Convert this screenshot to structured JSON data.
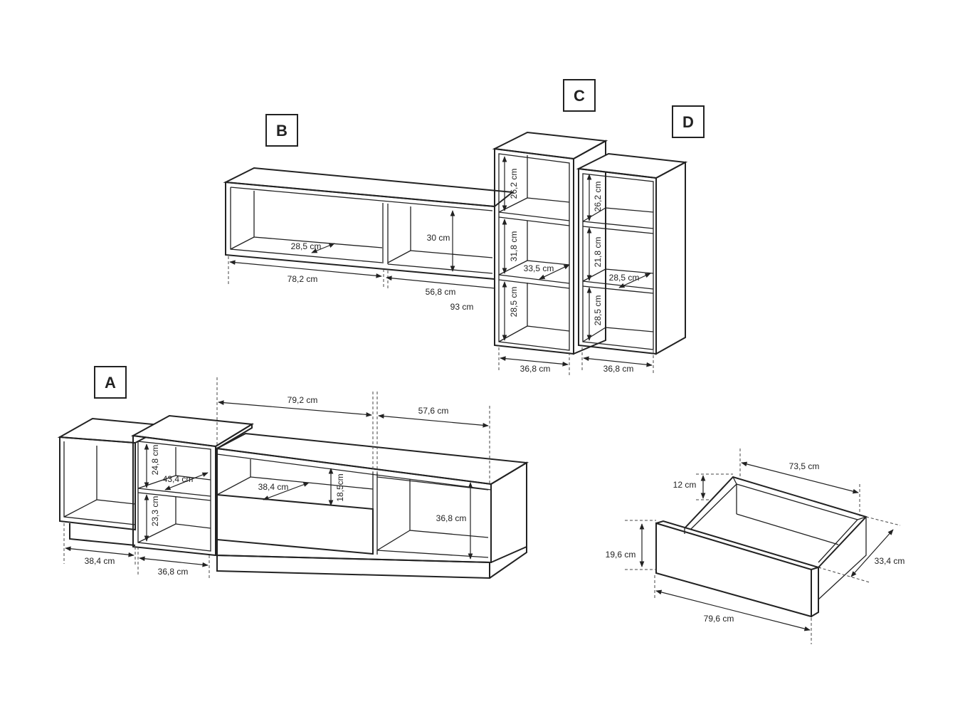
{
  "labels": {
    "a": "A",
    "b": "B",
    "c": "C",
    "d": "D"
  },
  "unit_b": {
    "shelf_depth": "28,5 cm",
    "height": "30 cm",
    "width_left": "78,2 cm",
    "width_right": "56,8 cm",
    "total_width": "93 cm"
  },
  "unit_c": {
    "top_shelf": "26,2 cm",
    "mid_shelf": "31,8 cm",
    "depth": "33,5 cm",
    "bottom_shelf": "28,5 cm",
    "width": "36,8 cm"
  },
  "unit_d": {
    "top_shelf": "26,2 cm",
    "mid_shelf": "21,8 cm",
    "depth": "28,5 cm",
    "bottom_shelf": "28,5 cm",
    "width": "36,8 cm"
  },
  "unit_a": {
    "top_width": "79,2 cm",
    "right_width": "57,6 cm",
    "top_shelf": "24,8 cm",
    "depth": "43,4 cm",
    "bottom_shelf": "23,3 cm",
    "drawer_depth": "38,4 cm",
    "drawer_height": "18,5cm",
    "right_height": "36,8 cm",
    "left_width": "38,4 cm",
    "tower_width": "36,8 cm"
  },
  "drawer": {
    "width_back": "73,5 cm",
    "side_height": "12 cm",
    "front_height": "19,6 cm",
    "depth": "33,4 cm",
    "front_width": "79,6 cm"
  }
}
